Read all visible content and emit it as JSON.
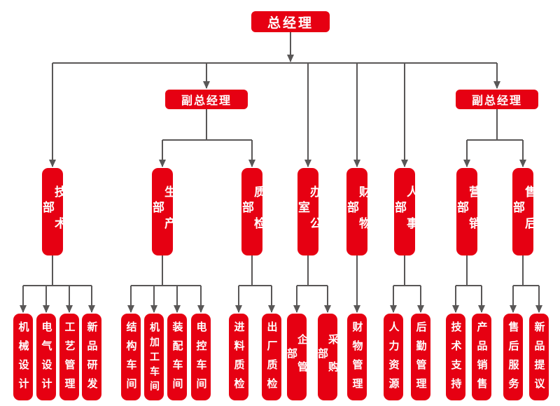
{
  "colors": {
    "node_red": "#e60012",
    "node_text": "#ffffff",
    "connector_gray": "#595757"
  },
  "chart": {
    "type": "org-chart",
    "root": {
      "label": "总经理"
    },
    "deputies": [
      {
        "label": "副总经理"
      },
      {
        "label": "副总经理"
      }
    ],
    "departments": [
      {
        "label": "技术部",
        "reports_to": "general-manager",
        "children": [
          {
            "label": "机械设计"
          },
          {
            "label": "电气设计"
          },
          {
            "label": "工艺管理"
          },
          {
            "label": "新品研发"
          }
        ]
      },
      {
        "label": "生产部",
        "reports_to": "deputy-1",
        "children": [
          {
            "label": "结构车间"
          },
          {
            "label": "机加工车间"
          },
          {
            "label": "装配车间"
          },
          {
            "label": "电控车间"
          }
        ]
      },
      {
        "label": "质检部",
        "reports_to": "deputy-1",
        "children": [
          {
            "label": "进料质检"
          },
          {
            "label": "出厂质检"
          }
        ]
      },
      {
        "label": "办公室",
        "reports_to": "general-manager",
        "children": [
          {
            "label": "企管部"
          },
          {
            "label": "采购部"
          }
        ]
      },
      {
        "label": "财物部",
        "reports_to": "general-manager",
        "children": [
          {
            "label": "财物管理"
          }
        ]
      },
      {
        "label": "人事部",
        "reports_to": "general-manager",
        "children": [
          {
            "label": "人力资源"
          },
          {
            "label": "后勤管理"
          }
        ]
      },
      {
        "label": "营销部",
        "reports_to": "deputy-2",
        "children": [
          {
            "label": "技术支持"
          },
          {
            "label": "产品销售"
          }
        ]
      },
      {
        "label": "售后部",
        "reports_to": "deputy-2",
        "children": [
          {
            "label": "售后服务"
          },
          {
            "label": "新品提议"
          }
        ]
      }
    ]
  }
}
